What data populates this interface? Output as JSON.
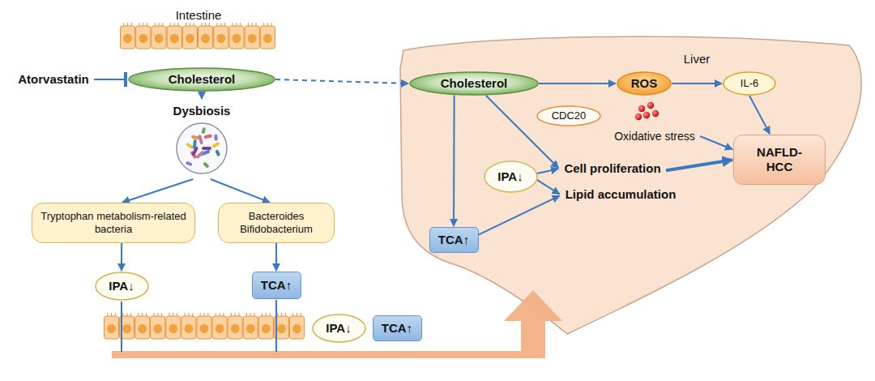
{
  "diagram": {
    "nodes": [
      {
        "text": [
          "Atorvastatin"
        ]
      },
      {
        "text": [
          "Cholesterol"
        ]
      },
      {
        "text": [
          "Dysbiosis"
        ]
      },
      {
        "text": [
          "Tryptophan metabolism-related bacteria"
        ]
      },
      {
        "text": [
          "Bacteroides Bifidobacterium"
        ]
      },
      {
        "text": [
          "IPA↓"
        ]
      },
      {
        "text": [
          "TCA↑"
        ]
      },
      {
        "text": [
          "IPA↓"
        ]
      },
      {
        "text": [
          "TCA↑"
        ]
      },
      {
        "text": [
          "Cholesterol"
        ]
      },
      {
        "text": [
          "ROS"
        ]
      },
      {
        "text": [
          "IL-6"
        ]
      },
      {
        "text": [
          "CDC20"
        ]
      },
      {
        "text": [
          "Oxidative stress"
        ]
      },
      {
        "text": [
          "IPA↓"
        ]
      },
      {
        "text": [
          "Cell proliferation"
        ]
      },
      {
        "text": [
          "Lipid accumulation"
        ]
      },
      {
        "text": [
          "TCA↑"
        ]
      },
      {
        "text": [
          "NAFLD-HCC"
        ]
      }
    ],
    "edges": [
      {
        "from": 0,
        "to": 1,
        "arrow": "to"
      },
      {
        "from": 1,
        "to": 2,
        "arrow": "to"
      },
      {
        "from": 1,
        "to": 9,
        "arrow": "to"
      },
      {
        "from": 2,
        "to": 3,
        "arrow": "to"
      },
      {
        "from": 2,
        "to": 4,
        "arrow": "to"
      },
      {
        "from": 3,
        "to": 5,
        "arrow": "to"
      },
      {
        "from": 4,
        "to": 6,
        "arrow": "to"
      },
      {
        "from": 9,
        "to": 10,
        "arrow": "to"
      },
      {
        "from": 10,
        "to": 11,
        "arrow": "to"
      },
      {
        "from": 11,
        "to": 18,
        "arrow": "to"
      },
      {
        "from": 13,
        "to": 18,
        "arrow": "to"
      },
      {
        "from": 9,
        "to": 15,
        "arrow": "to"
      },
      {
        "from": 9,
        "to": 17,
        "arrow": "to"
      },
      {
        "from": 14,
        "to": 15,
        "arrow": "to"
      },
      {
        "from": 14,
        "to": 16,
        "arrow": "to"
      },
      {
        "from": 17,
        "to": 16,
        "arrow": "to"
      },
      {
        "from": 15,
        "to": 18,
        "arrow": "to"
      }
    ],
    "labels": [
      "Intestine",
      "Liver"
    ]
  }
}
